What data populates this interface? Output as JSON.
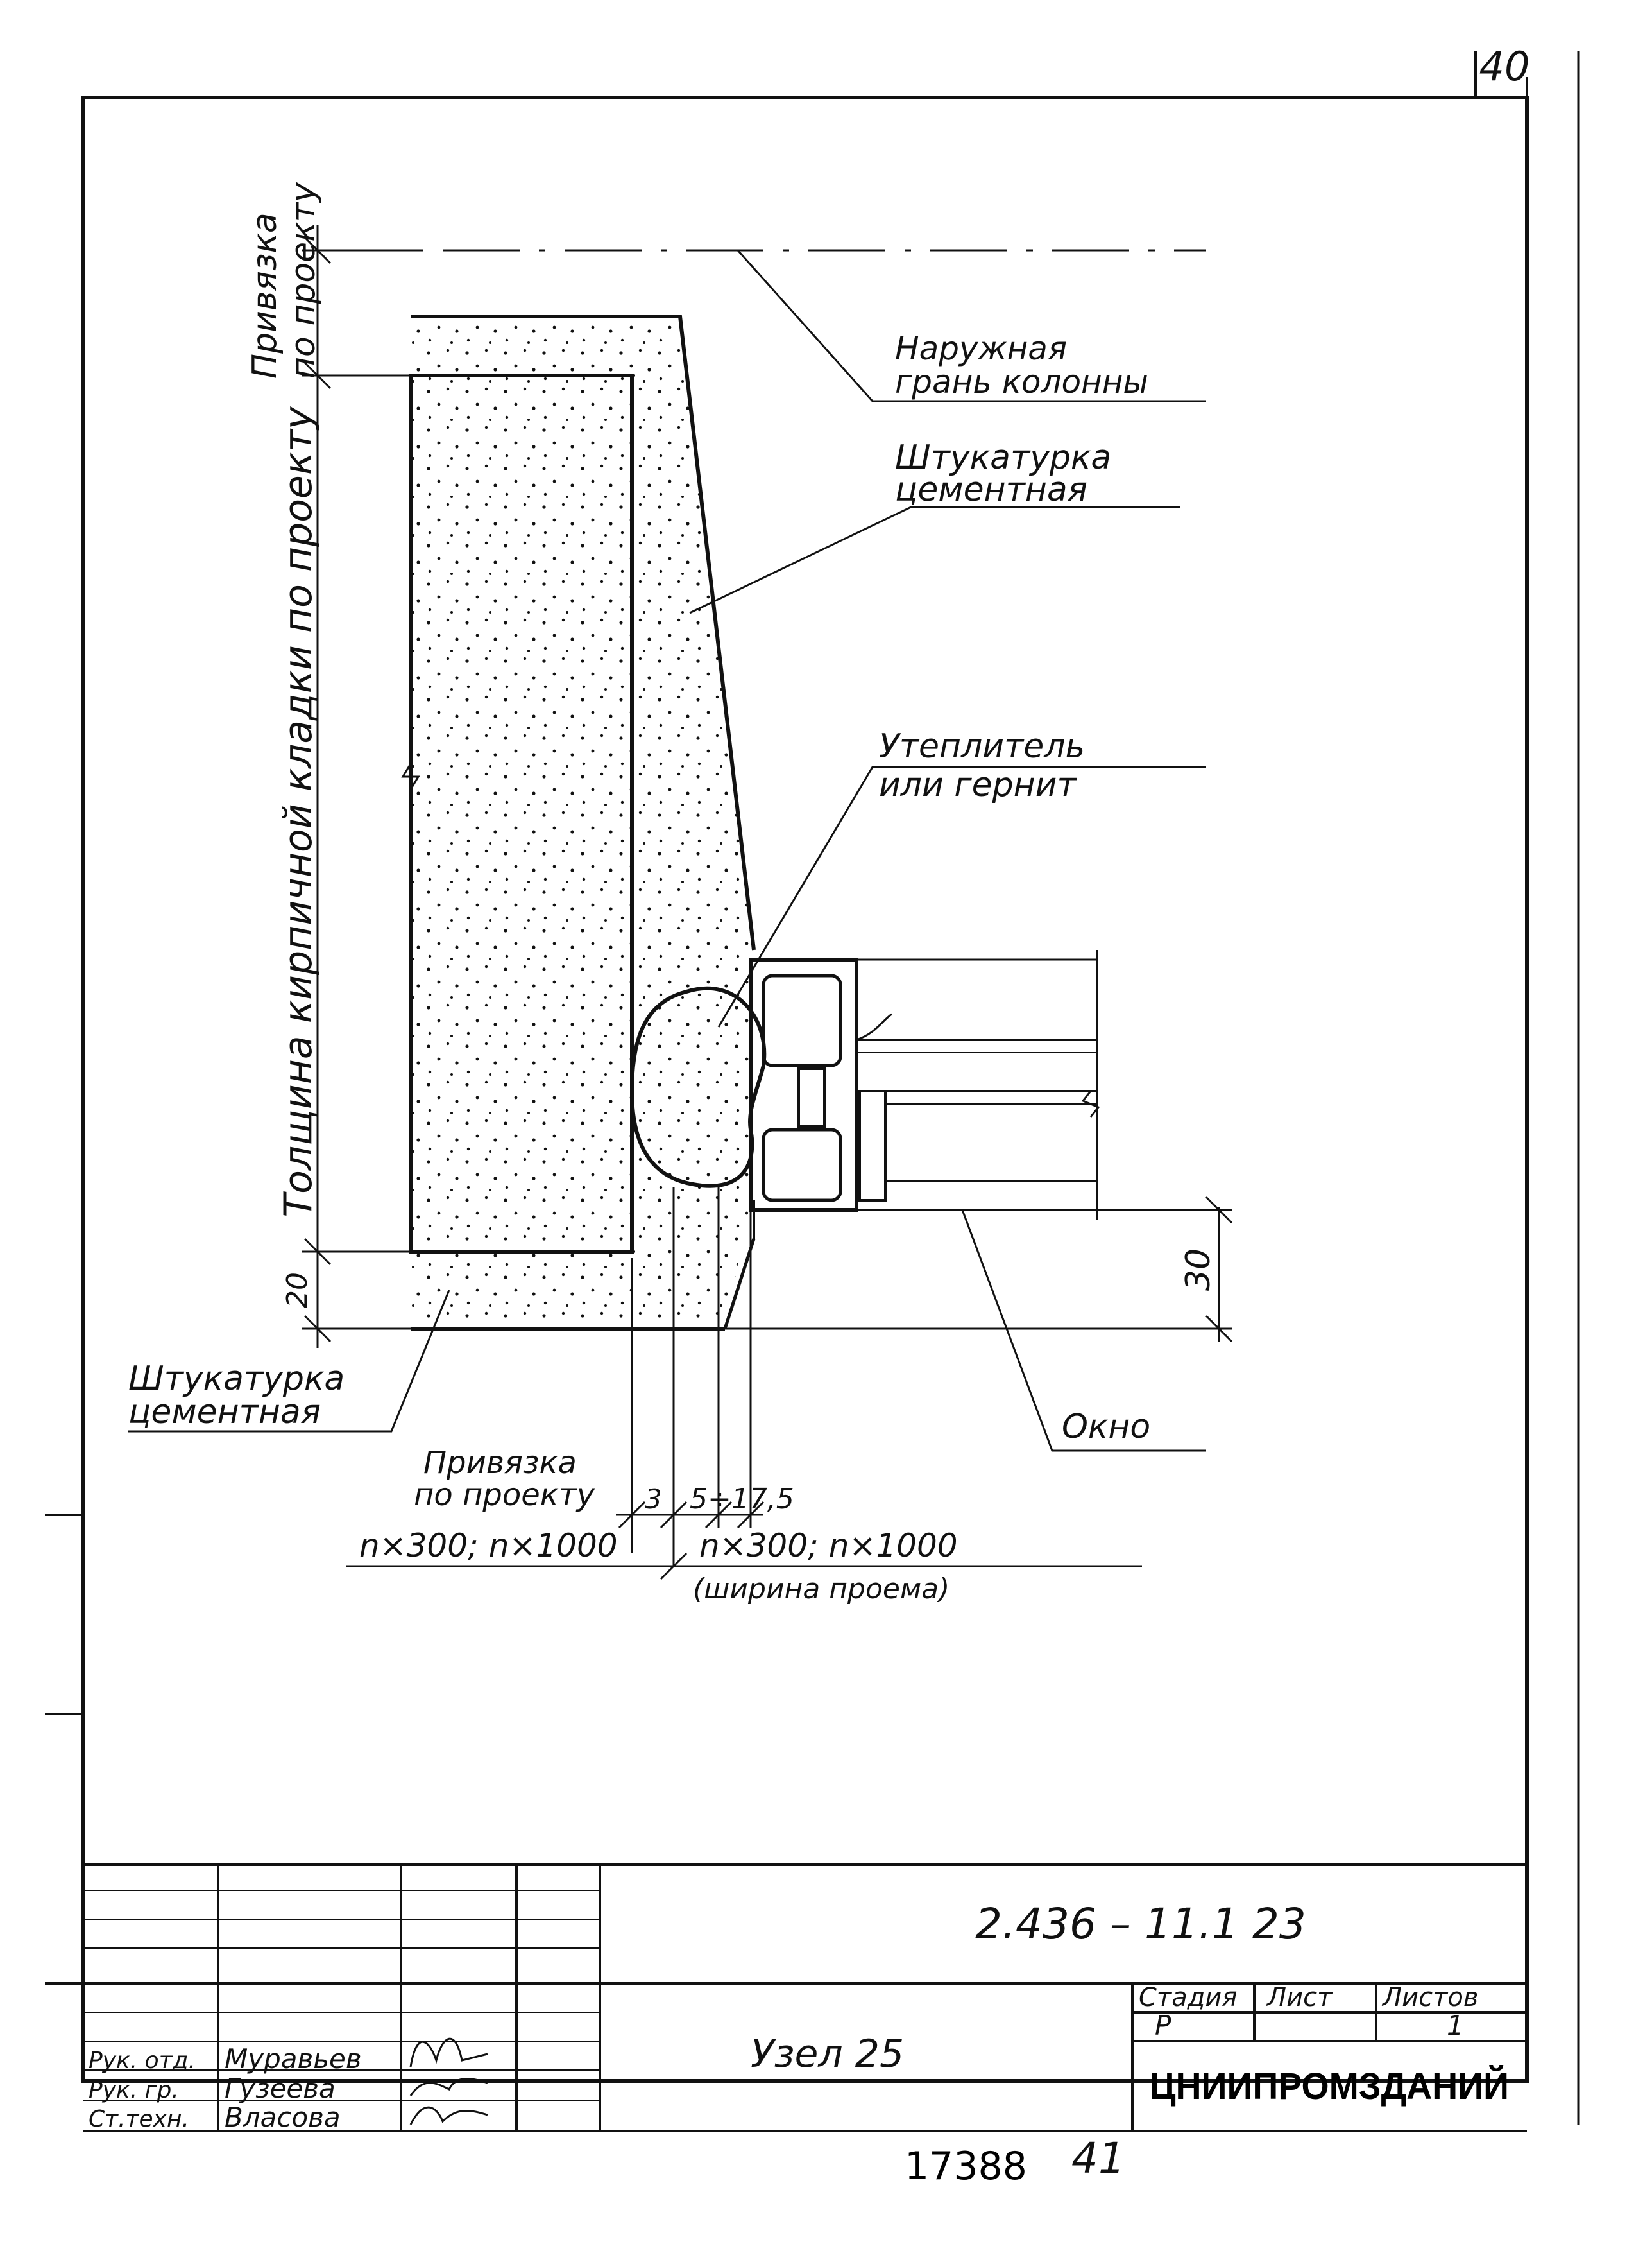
{
  "sheet_number": "40",
  "labels": {
    "top_binding": [
      "Привязка",
      "по проекту"
    ],
    "wall_thickness": "Толщина кирпичной кладки по проекту",
    "column_face": [
      "Наружная",
      "грань колонны"
    ],
    "plaster_top": [
      "Штукатурка",
      "цементная"
    ],
    "insulation": [
      "Утеплитель",
      "или гернит"
    ],
    "plaster_bottom": [
      "Штукатурка",
      "цементная"
    ],
    "window": "Окно",
    "binding_bottom": [
      "Привязка",
      "по проекту"
    ]
  },
  "dimensions": {
    "plaster_20": "20",
    "dim_30": "30",
    "dim_3": "3",
    "dim_range": "5÷17,5",
    "module_left": "n×300; n×1000",
    "module_right": "n×300; n×1000",
    "opening_width": "(ширина проема)"
  },
  "title_block": {
    "document_code": "2.436 – 11.1 23",
    "title": "Узел 25",
    "stage_header": "Стадия",
    "sheet_header": "Лист",
    "sheets_header": "Листов",
    "stage": "Р",
    "sheet": "",
    "sheets": "1",
    "organization": "ЦНИИПРОМЗДАНИЙ",
    "roles": [
      {
        "role": "Рук. отд.",
        "name": "Муравьев"
      },
      {
        "role": "Рук. гр.",
        "name": "Гузеева"
      },
      {
        "role": "Ст.техн.",
        "name": "Власова"
      }
    ]
  },
  "footer_number": "17388",
  "footer_page": "41"
}
